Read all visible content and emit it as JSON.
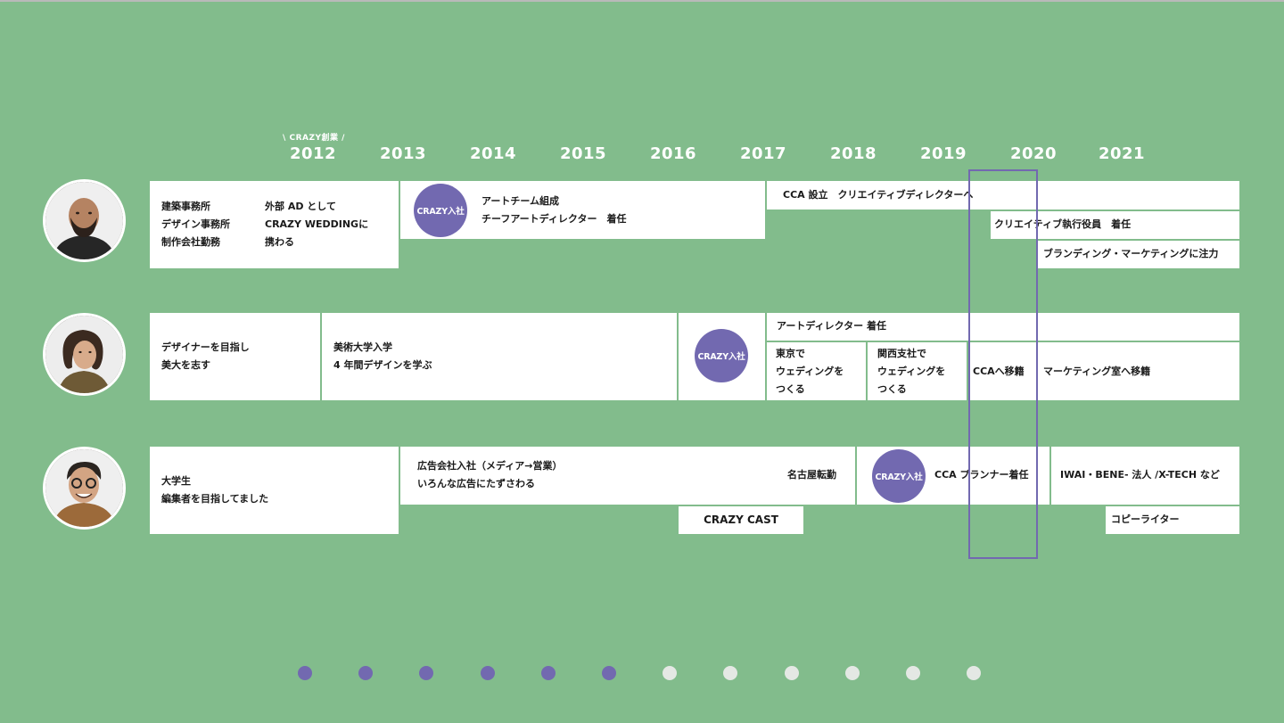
{
  "header": {
    "founding_label": "\\ CRAZY創業 /",
    "years": [
      "2012",
      "2013",
      "2014",
      "2015",
      "2016",
      "2017",
      "2018",
      "2019",
      "2020",
      "2021"
    ]
  },
  "rows": [
    {
      "person": "person-1",
      "cells": {
        "p1a": [
          "建築事務所",
          "デザイン事務所",
          "制作会社勤務"
        ],
        "p1b": [
          "外部 AD として",
          "CRAZY WEDDINGに",
          "携わる"
        ],
        "join": "CRAZY入社",
        "p1c": [
          "アートチーム組成",
          "チーフアートディレクター　着任"
        ],
        "p1d": "CCA 設立　クリエイティブディレクターへ",
        "p1e": "クリエイティブ執行役員　着任",
        "p1f": "ブランディング・マーケティングに注力"
      }
    },
    {
      "person": "person-2",
      "cells": {
        "p2a": [
          "デザイナーを目指し",
          "美大を志す"
        ],
        "p2b": [
          "美術大学入学",
          "4 年間デザインを学ぶ"
        ],
        "join": "CRAZY入社",
        "p2c": "アートディレクター 着任",
        "p2d": [
          "東京で",
          "ウェディングを",
          "つくる"
        ],
        "p2e": [
          "関西支社で",
          "ウェディングを",
          "つくる"
        ],
        "p2f": "CCAへ移籍",
        "p2g": "マーケティング室へ移籍"
      }
    },
    {
      "person": "person-3",
      "cells": {
        "p3a": [
          "大学生",
          "編集者を目指してました"
        ],
        "p3b": [
          "広告会社入社（メディア→営業）",
          "いろんな広告にたずさわる"
        ],
        "p3b2": "名古屋転勤",
        "p3c": "CRAZY CAST",
        "join": "CRAZY入社",
        "p3d": "CCA プランナー着任",
        "p3e": "IWAI・BENE- 法人 /X-TECH など",
        "p3f": "コピーライター"
      }
    }
  ],
  "pagination": {
    "total": 12,
    "active": 6
  },
  "colors": {
    "background": "#82bc8c",
    "accent": "#7269b0",
    "box": "#ffffff",
    "dot_inactive": "#e4e8e4"
  }
}
